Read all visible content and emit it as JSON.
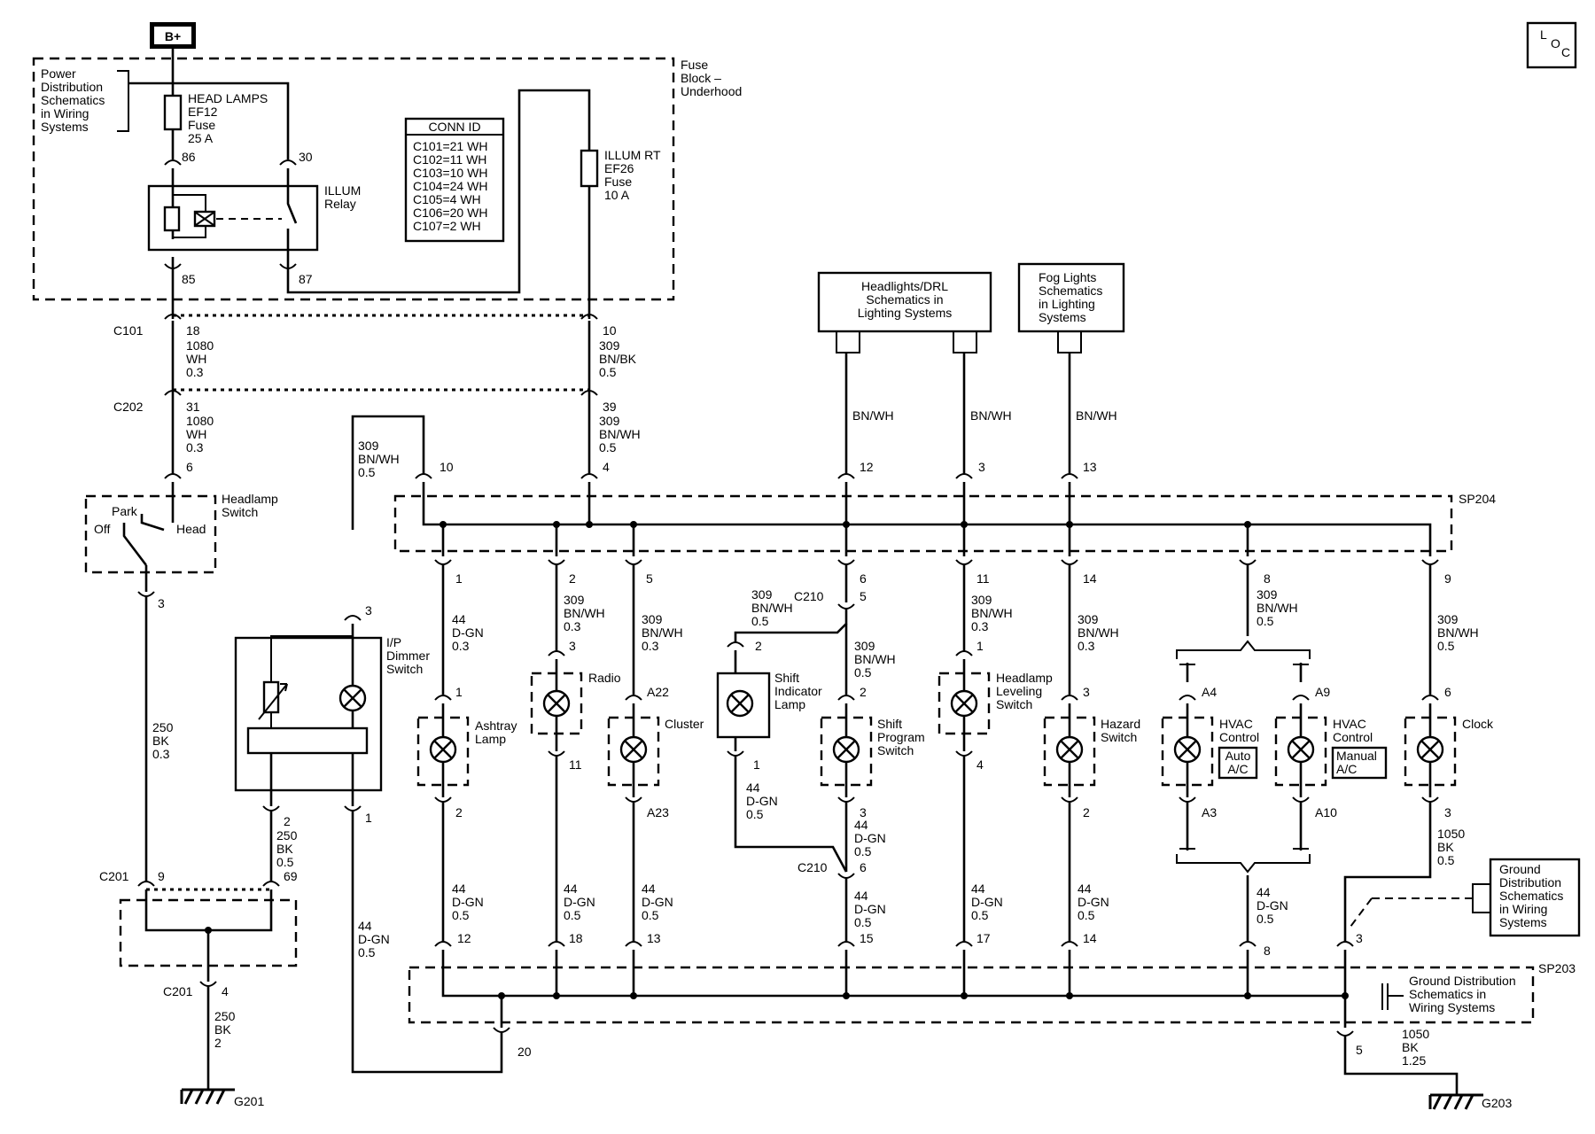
{
  "supply": "B+",
  "loc_badge": [
    "L",
    "O",
    "C"
  ],
  "fuse_block": {
    "label": [
      "Fuse",
      "Block –",
      "Underhood"
    ],
    "power_ref": [
      "Power",
      "Distribution",
      "Schematics",
      "in Wiring",
      "Systems"
    ],
    "headlamps_fuse": [
      "HEAD LAMPS",
      "EF12",
      "Fuse",
      "25 A"
    ],
    "illum_rt_fuse": [
      "ILLUM RT",
      "EF26",
      "Fuse",
      "10 A"
    ],
    "relay": [
      "ILLUM",
      "Relay"
    ],
    "relay_pins": {
      "p86": "86",
      "p30": "30",
      "p85": "85",
      "p87": "87"
    }
  },
  "conn_id": {
    "title": "CONN ID",
    "rows": [
      "C101=21 WH",
      "C102=11 WH",
      "C103=10 WH",
      "C104=24 WH",
      "C105=4 WH",
      "C106=20 WH",
      "C107=2 WH"
    ]
  },
  "left_wiring": {
    "c101": "C101",
    "c101_pin": "18",
    "c101_wire": [
      "1080",
      "WH",
      "0.3"
    ],
    "c202": "C202",
    "c202_pin": "31",
    "c202_wire": [
      "1080",
      "WH",
      "0.3"
    ],
    "c101_right_pin": "10",
    "c101_right_wire": [
      "309",
      "BN/BK",
      "0.5"
    ],
    "c202_right_pin": "39",
    "c202_right_wire": [
      "309",
      "BN/WH",
      "0.5"
    ],
    "pin6": "6",
    "pin4": "4",
    "pin10": "10",
    "dimmer_feed_wire": [
      "309",
      "BN/WH",
      "0.5"
    ]
  },
  "headlamp_switch": {
    "label": [
      "Headlamp",
      "Switch"
    ],
    "park": "Park",
    "off": "Off",
    "head": "Head",
    "out_pin": "3",
    "out_wire": [
      "250",
      "BK",
      "0.3"
    ]
  },
  "dimmer": {
    "label": [
      "I/P",
      "Dimmer",
      "Switch"
    ],
    "pin3": "3",
    "pin2": "2",
    "pin1": "1",
    "pin2_wire": [
      "250",
      "BK",
      "0.5"
    ],
    "pin69": "69",
    "pin1_wire": [
      "44",
      "D-GN",
      "0.5"
    ]
  },
  "c201": {
    "label_top": "C201",
    "pin9": "9",
    "label_bottom": "C201",
    "pin4": "4",
    "ground_wire": [
      "250",
      "BK",
      "2"
    ],
    "ground": "G201"
  },
  "refs": {
    "headlights": [
      "Headlights/DRL",
      "Schematics in",
      "Lighting Systems"
    ],
    "foglights": [
      "Fog Lights",
      "Schematics",
      "in Lighting",
      "Systems"
    ],
    "bn_wh": "BN/WH",
    "pin12": "12",
    "pin3": "3",
    "pin13": "13"
  },
  "splices": {
    "sp204": "SP204",
    "sp203": "SP203",
    "pin20": "20"
  },
  "loads": [
    {
      "name": [
        "Ashtray",
        "Lamp"
      ],
      "sp_pin": "1",
      "in_wire": [
        "44",
        "D-GN",
        "0.3"
      ],
      "in_pin": "1",
      "out_pin": "2",
      "gnd_wire": [
        "44",
        "D-GN",
        "0.5"
      ],
      "gnd_pin": "12"
    },
    {
      "name": [
        "Radio"
      ],
      "sp_pin": "2",
      "in_wire": [
        "309",
        "BN/WH",
        "0.3"
      ],
      "in_pin": "3",
      "out_pin": "11",
      "gnd_wire": [
        "44",
        "D-GN",
        "0.5"
      ],
      "gnd_pin": "18"
    },
    {
      "name": [
        "Cluster"
      ],
      "sp_pin": "5",
      "in_wire": [
        "309",
        "BN/WH",
        "0.3"
      ],
      "in_pin": "A22",
      "out_pin": "A23",
      "gnd_wire": [
        "44",
        "D-GN",
        "0.5"
      ],
      "gnd_pin": "13"
    },
    {
      "name": [
        "Shift",
        "Indicator",
        "Lamp"
      ],
      "c210": "C210",
      "c210_pin": "5",
      "in_pin": "2",
      "in_wire": [
        "309",
        "BN/WH",
        "0.5"
      ],
      "out_pin": "1",
      "out_wire": [
        "44",
        "D-GN",
        "0.5"
      ]
    },
    {
      "name": [
        "Shift",
        "Program",
        "Switch"
      ],
      "sp_pin": "6",
      "in_wire": [
        "309",
        "BN/WH",
        "0.5"
      ],
      "in_pin": "2",
      "out_pin": "3",
      "mid_wire": [
        "44",
        "D-GN",
        "0.5"
      ],
      "c210": "C210",
      "c210_pin": "6",
      "gnd_wire": [
        "44",
        "D-GN",
        "0.5"
      ],
      "gnd_pin": "15"
    },
    {
      "name": [
        "Headlamp",
        "Leveling",
        "Switch"
      ],
      "sp_pin": "11",
      "in_wire": [
        "309",
        "BN/WH",
        "0.3"
      ],
      "in_pin": "1",
      "out_pin": "4",
      "gnd_wire": [
        "44",
        "D-GN",
        "0.5"
      ],
      "gnd_pin": "17"
    },
    {
      "name": [
        "Hazard",
        "Switch"
      ],
      "sp_pin": "14",
      "in_wire": [
        "309",
        "BN/WH",
        "0.3"
      ],
      "in_pin": "3",
      "out_pin": "2",
      "gnd_wire": [
        "44",
        "D-GN",
        "0.5"
      ],
      "gnd_pin": "14"
    },
    {
      "name": [
        "HVAC",
        "Control"
      ],
      "variant": [
        "Auto",
        "A/C"
      ],
      "in_pin": "A4",
      "out_pin": "A3"
    },
    {
      "name": [
        "HVAC",
        "Control"
      ],
      "variant": [
        "Manual",
        "A/C"
      ],
      "in_pin": "A9",
      "out_pin": "A10"
    },
    {
      "name": [
        "Clock"
      ],
      "sp_pin": "9",
      "in_wire": [
        "309",
        "BN/WH",
        "0.5"
      ],
      "in_pin": "6",
      "out_pin": "3",
      "gnd_wire": [
        "1050",
        "BK",
        "0.5"
      ],
      "gnd_pin": "3"
    }
  ],
  "hvac": {
    "sp_pin": "8",
    "in_wire": [
      "309",
      "BN/WH",
      "0.5"
    ],
    "gnd_wire": [
      "44",
      "D-GN",
      "0.5"
    ],
    "gnd_pin": "8"
  },
  "ground_right": {
    "ref_box": [
      "Ground",
      "Distribution",
      "Schematics",
      "in Wiring",
      "Systems"
    ],
    "ref_sp203": [
      "Ground Distribution",
      "Schematics in",
      "Wiring Systems"
    ],
    "pin5": "5",
    "wire": [
      "1050",
      "BK",
      "1.25"
    ],
    "ground": "G203"
  }
}
